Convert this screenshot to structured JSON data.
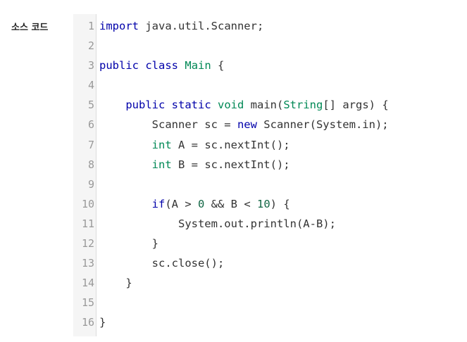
{
  "section_label": "소스 코드",
  "line_numbers": [
    "1",
    "2",
    "3",
    "4",
    "5",
    "6",
    "7",
    "8",
    "9",
    "10",
    "11",
    "12",
    "13",
    "14",
    "15",
    "16"
  ],
  "code": {
    "l1": [
      {
        "t": "import",
        "c": "kw"
      },
      {
        "t": " java.util.Scanner;",
        "c": "df"
      }
    ],
    "l2": [],
    "l3": [
      {
        "t": "public",
        "c": "kw"
      },
      {
        "t": " ",
        "c": "df"
      },
      {
        "t": "class",
        "c": "kw"
      },
      {
        "t": " ",
        "c": "df"
      },
      {
        "t": "Main",
        "c": "cl"
      },
      {
        "t": " {",
        "c": "df"
      }
    ],
    "l4": [],
    "l5": [
      {
        "t": "    ",
        "c": "df"
      },
      {
        "t": "public",
        "c": "kw"
      },
      {
        "t": " ",
        "c": "df"
      },
      {
        "t": "static",
        "c": "kw"
      },
      {
        "t": " ",
        "c": "df"
      },
      {
        "t": "void",
        "c": "ty"
      },
      {
        "t": " main(",
        "c": "df"
      },
      {
        "t": "String",
        "c": "ty"
      },
      {
        "t": "[] args) {",
        "c": "df"
      }
    ],
    "l6": [
      {
        "t": "        Scanner sc = ",
        "c": "df"
      },
      {
        "t": "new",
        "c": "kw"
      },
      {
        "t": " Scanner(System.in);",
        "c": "df"
      }
    ],
    "l7": [
      {
        "t": "        ",
        "c": "df"
      },
      {
        "t": "int",
        "c": "ty"
      },
      {
        "t": " A = sc.nextInt();",
        "c": "df"
      }
    ],
    "l8": [
      {
        "t": "        ",
        "c": "df"
      },
      {
        "t": "int",
        "c": "ty"
      },
      {
        "t": " B = sc.nextInt();",
        "c": "df"
      }
    ],
    "l9": [],
    "l10": [
      {
        "t": "        ",
        "c": "df"
      },
      {
        "t": "if",
        "c": "kw"
      },
      {
        "t": "(A > ",
        "c": "df"
      },
      {
        "t": "0",
        "c": "nm"
      },
      {
        "t": " && B < ",
        "c": "df"
      },
      {
        "t": "10",
        "c": "nm"
      },
      {
        "t": ") {",
        "c": "df"
      }
    ],
    "l11": [
      {
        "t": "            System.out.println(A-B);",
        "c": "df"
      }
    ],
    "l12": [
      {
        "t": "        }",
        "c": "df"
      }
    ],
    "l13": [
      {
        "t": "        sc.close();",
        "c": "df"
      }
    ],
    "l14": [
      {
        "t": "    }",
        "c": "df"
      }
    ],
    "l15": [],
    "l16": [
      {
        "t": "}",
        "c": "df"
      }
    ]
  }
}
